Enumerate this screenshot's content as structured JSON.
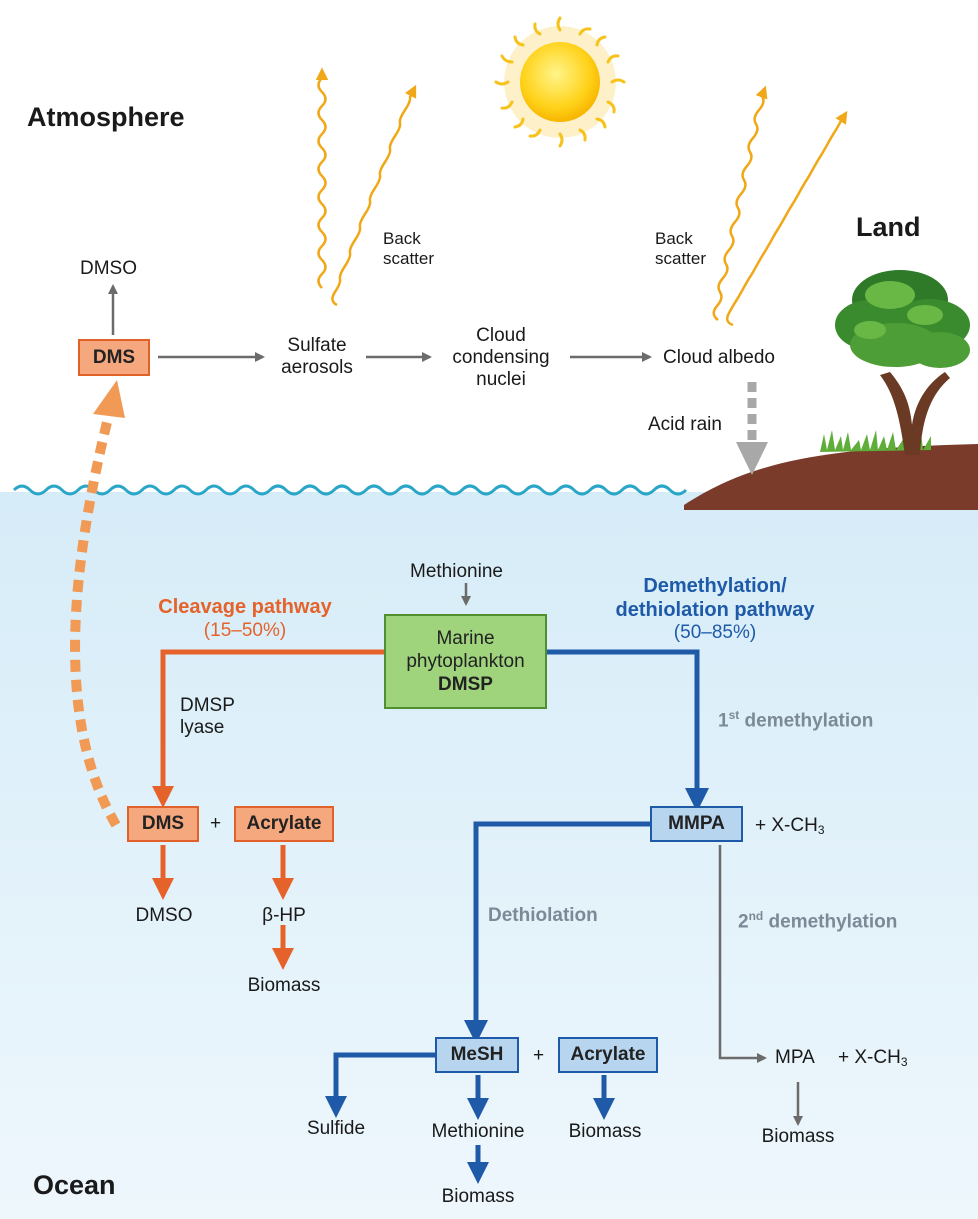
{
  "regions": {
    "atmosphere": "Atmosphere",
    "land": "Land",
    "ocean": "Ocean"
  },
  "atmosphere": {
    "dmso": "DMSO",
    "dms": "DMS",
    "sulfate_1": "Sulfate",
    "sulfate_2": "aerosols",
    "ccn_1": "Cloud",
    "ccn_2": "condensing",
    "ccn_3": "nuclei",
    "cloud_albedo": "Cloud albedo",
    "acid_rain": "Acid rain",
    "back_scatter_1a": "Back",
    "back_scatter_1b": "scatter",
    "back_scatter_2a": "Back",
    "back_scatter_2b": "scatter"
  },
  "center": {
    "methionine": "Methionine",
    "marine": "Marine",
    "phytoplankton": "phytoplankton",
    "dmsp": "DMSP"
  },
  "cleavage": {
    "title": "Cleavage pathway",
    "percent": "(15–50%)",
    "lyase_1": "DMSP",
    "lyase_2": "lyase",
    "dms": "DMS",
    "plus": "+",
    "acrylate": "Acrylate",
    "dmso": "DMSO",
    "bhp": "β-HP",
    "biomass": "Biomass"
  },
  "demethylation": {
    "title_1": "Demethylation/",
    "title_2": "dethiolation pathway",
    "percent": "(50–85%)",
    "first_num": "1",
    "first_sup": "st",
    "first_rest": " demethylation",
    "mmpa": "MMPA",
    "plus_x_1": "+ X-CH",
    "sub3_1": "3",
    "dethiolation": "Dethiolation",
    "second_num": "2",
    "second_sup": "nd",
    "second_rest": " demethylation",
    "mesh": "MeSH",
    "plus": "+",
    "acrylate": "Acrylate",
    "sulfide": "Sulfide",
    "methionine": "Methionine",
    "biomass_acrylate": "Biomass",
    "biomass_methionine": "Biomass",
    "mpa": "MPA",
    "plus_x_2": "+ X-CH",
    "sub3_2": "3",
    "biomass_mpa": "Biomass"
  },
  "colors": {
    "orange": "#e5632a",
    "blue": "#1e5aa8",
    "gray": "#7a7a7a",
    "ocean": "#e2f1fa",
    "green_box": "#9fd47d"
  }
}
